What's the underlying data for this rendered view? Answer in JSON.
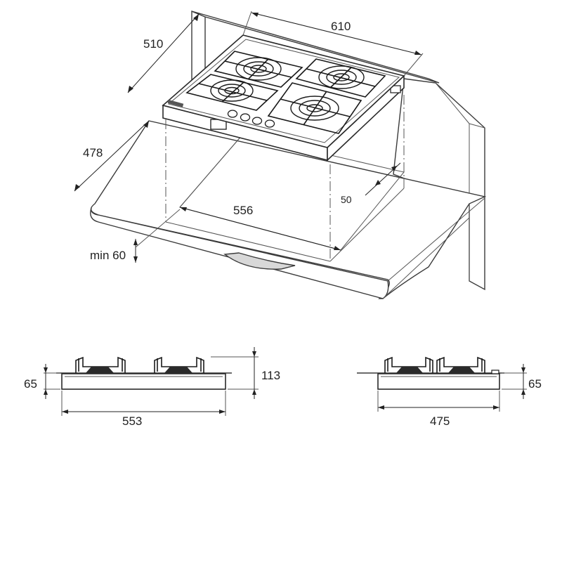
{
  "dimensions": {
    "hob_width": "610",
    "hob_depth": "510",
    "cutout_depth": "478",
    "cutout_width": "556",
    "wall_clearance": "50",
    "min_clearance": "min 60",
    "front_height": "65",
    "total_height": "113",
    "front_width": "553",
    "side_height": "65",
    "side_width": "475"
  },
  "colors": {
    "line": "#3a3a3a",
    "shadow": "#d8d8d8",
    "background": "#ffffff"
  }
}
